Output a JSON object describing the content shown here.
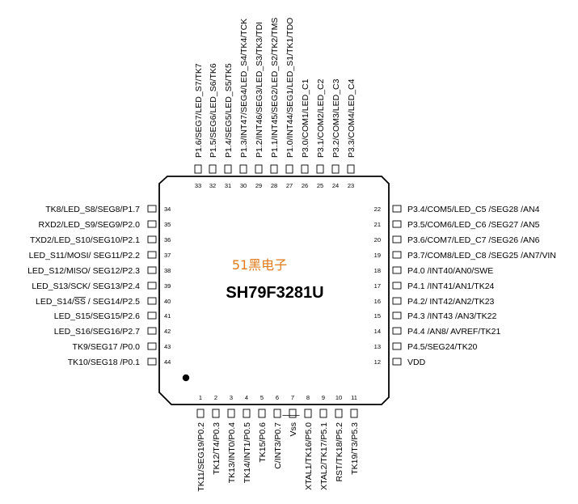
{
  "chip": {
    "name": "SH79F3281U",
    "watermark": "51黑电子"
  },
  "pins": {
    "top": [
      {
        "num": "33",
        "label": "P1.6/SEG7/LED_S7/TK7"
      },
      {
        "num": "32",
        "label": "P1.5/SEG6/LED_S6/TK6"
      },
      {
        "num": "31",
        "label": "P1.4/SEG5/LED_S5/TK5"
      },
      {
        "num": "30",
        "label": "P1.3/INT47/SEG4/LED_S4/TK4/TCK"
      },
      {
        "num": "29",
        "label": "P1.2/INT46/SEG3/LED_S3/TK3/TDI"
      },
      {
        "num": "28",
        "label": "P1.1/INT45/SEG2/LED_S2/TK2/TMS"
      },
      {
        "num": "27",
        "label": "P1.0/INT44/SEG1/LED_S1/TK1/TDO"
      },
      {
        "num": "26",
        "label": "P3.0/COM1/LED_C1"
      },
      {
        "num": "25",
        "label": "P3.1/COM2/LED_C2"
      },
      {
        "num": "24",
        "label": "P3.2/COM3/LED_C3"
      },
      {
        "num": "23",
        "label": "P3.3/COM4/LED_C4"
      }
    ],
    "left": [
      {
        "num": "34",
        "label": "TK8/LED_S8/SEG8/P1.7"
      },
      {
        "num": "35",
        "label": "RXD2/LED_S9/SEG9/P2.0"
      },
      {
        "num": "36",
        "label": "TXD2/LED_S10/SEG10/P2.1"
      },
      {
        "num": "37",
        "label": "LED_S11/MOSI/ SEG11/P2.2"
      },
      {
        "num": "38",
        "label": "LED_S12/MISO/ SEG12/P2.3"
      },
      {
        "num": "39",
        "label": "LED_S13/SCK/ SEG13/P2.4"
      },
      {
        "num": "40",
        "label": "LED_S14/SS / SEG14/P2.5"
      },
      {
        "num": "41",
        "label": "LED_S15/SEG15/P2.6"
      },
      {
        "num": "42",
        "label": "LED_S16/SEG16/P2.7"
      },
      {
        "num": "43",
        "label": "TK9/SEG17 /P0.0"
      },
      {
        "num": "44",
        "label": "TK10/SEG18 /P0.1"
      }
    ],
    "right": [
      {
        "num": "22",
        "label": "P3.4/COM5/LED_C5  /SEG28 /AN4"
      },
      {
        "num": "21",
        "label": "P3.5/COM6/LED_C6  /SEG27 /AN5"
      },
      {
        "num": "20",
        "label": "P3.6/COM7/LED_C7  /SEG26 /AN6"
      },
      {
        "num": "19",
        "label": "P3.7/COM8/LED_C8  /SEG25 /AN7/VIN"
      },
      {
        "num": "18",
        "label": "P4.0  /INT40/AN0/SWE"
      },
      {
        "num": "17",
        "label": "P4.1  /INT41/AN1/TK24"
      },
      {
        "num": "16",
        "label": "P4.2/  INT42/AN2/TK23"
      },
      {
        "num": "15",
        "label": "P4.3  /INT43  /AN3/TK22"
      },
      {
        "num": "14",
        "label": "P4.4  /AN8/  AVREF/TK21"
      },
      {
        "num": "13",
        "label": "P4.5/SEG24/TK20"
      },
      {
        "num": "12",
        "label": "VDD"
      }
    ],
    "bottom": [
      {
        "num": "1",
        "label": "TK11/SEG19/P0.2"
      },
      {
        "num": "2",
        "label": "TK12/T4/P0.3"
      },
      {
        "num": "3",
        "label": "TK13/INT0/P0.4"
      },
      {
        "num": "4",
        "label": "TK14/INT1/P0.5"
      },
      {
        "num": "5",
        "label": "TK15/P0.6"
      },
      {
        "num": "6",
        "label": "C/INT3/P0.7"
      },
      {
        "num": "7",
        "label": "Vss"
      },
      {
        "num": "8",
        "label": "XTAL1/TK16/P5.0"
      },
      {
        "num": "9",
        "label": "XTAL2/TK17/P5.1"
      },
      {
        "num": "10",
        "label": "RST/TK18/P5.2"
      },
      {
        "num": "11",
        "label": "TK19/T3/P5.3"
      }
    ]
  }
}
